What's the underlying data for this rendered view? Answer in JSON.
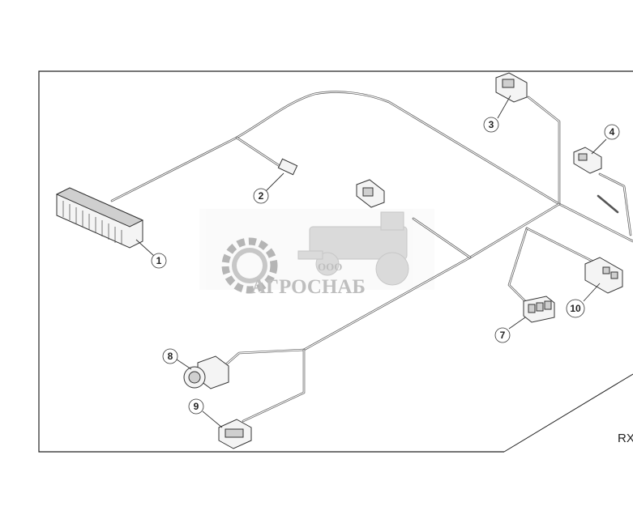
{
  "diagram": {
    "reference_code": "RX",
    "callouts": [
      {
        "id": "1",
        "label": "1"
      },
      {
        "id": "2",
        "label": "2"
      },
      {
        "id": "3",
        "label": "3"
      },
      {
        "id": "4",
        "label": "4"
      },
      {
        "id": "7",
        "label": "7"
      },
      {
        "id": "8",
        "label": "8"
      },
      {
        "id": "9",
        "label": "9"
      },
      {
        "id": "10",
        "label": "10"
      }
    ]
  },
  "watermark": {
    "company_prefix": "ООО",
    "company_name": "АГРОСНАБ"
  },
  "colors": {
    "line": "#333333",
    "watermark": "#8a8a8a",
    "background": "#ffffff"
  }
}
